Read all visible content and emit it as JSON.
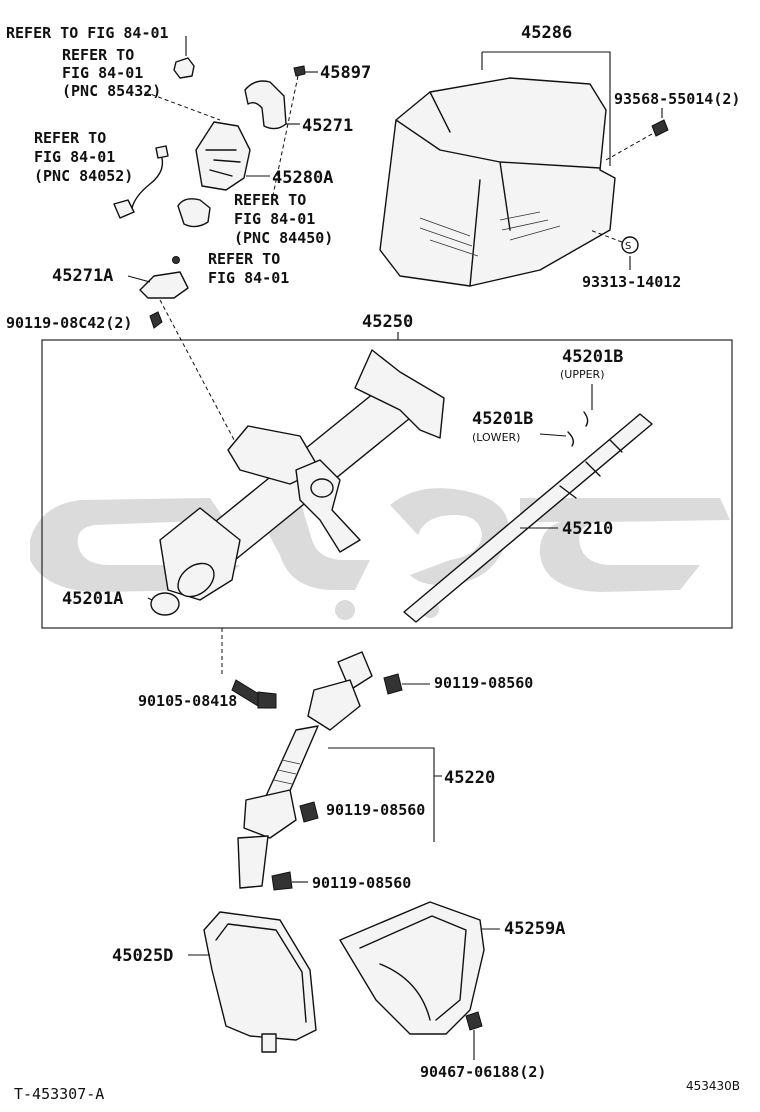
{
  "labels": {
    "ref_84_01_top": "REFER TO FIG 84-01",
    "ref_85432_l1": "REFER TO",
    "ref_85432_l2": "FIG 84-01",
    "ref_85432_l3": "(PNC 85432)",
    "ref_84052_l1": "REFER TO",
    "ref_84052_l2": "FIG 84-01",
    "ref_84052_l3": "(PNC 84052)",
    "ref_84450_l1": "REFER TO",
    "ref_84450_l2": "FIG 84-01",
    "ref_84450_l3": "(PNC 84450)",
    "ref_plain_l1": "REFER TO",
    "ref_plain_l2": "FIG 84-01",
    "p45897": "45897",
    "p45271": "45271",
    "p45280A": "45280A",
    "p45271A": "45271A",
    "p90119_08C42": "90119-08C42(2)",
    "p45286": "45286",
    "p93568": "93568-55014(2)",
    "p93313": "93313-14012",
    "p45250": "45250",
    "p45201B_upper": "45201B",
    "upper_note": "(UPPER)",
    "p45201B_lower": "45201B",
    "lower_note": "(LOWER)",
    "p45210": "45210",
    "p45201A": "45201A",
    "p90105": "90105-08418",
    "p90119_08560_a": "90119-08560",
    "p45220": "45220",
    "p90119_08560_b": "90119-08560",
    "p90119_08560_c": "90119-08560",
    "p45025D": "45025D",
    "p45259A": "45259A",
    "p90467": "90467-06188(2)",
    "footer_left": "T-453307-A",
    "footer_right": "453430B"
  },
  "colors": {
    "line": "#111111",
    "watermark": "#cfcfcf",
    "background": "#ffffff"
  }
}
